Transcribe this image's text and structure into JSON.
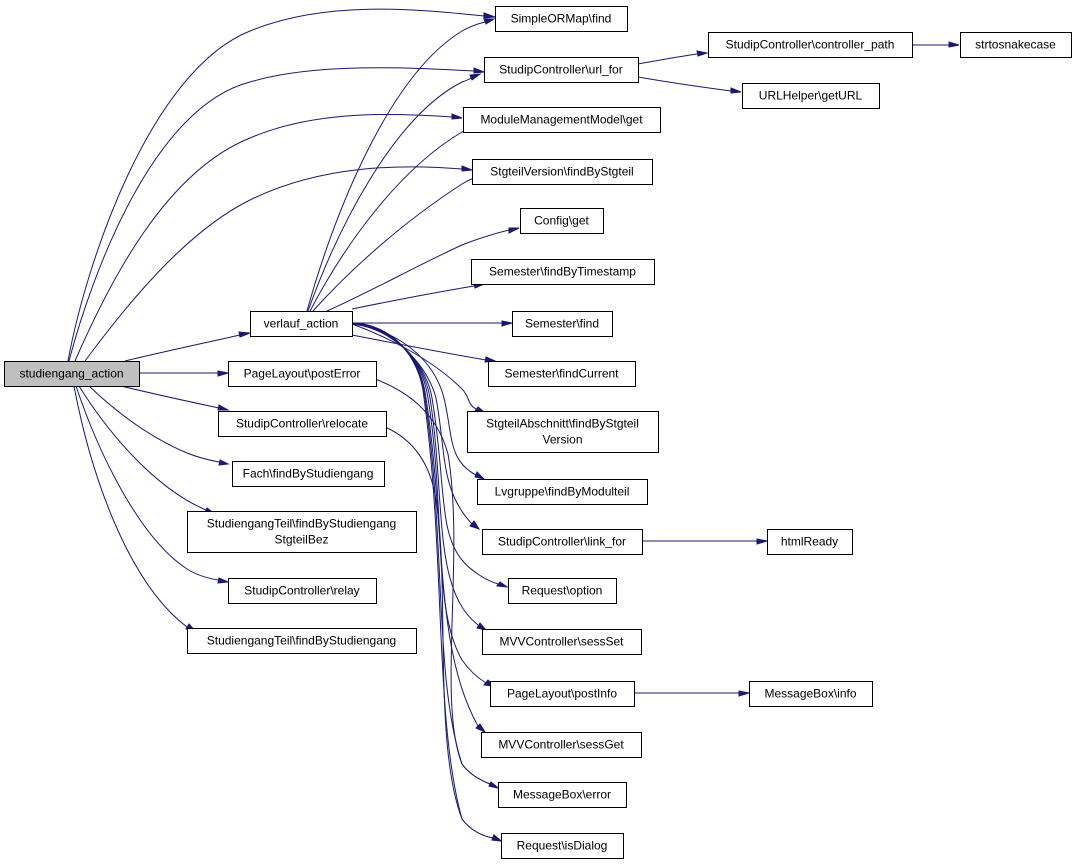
{
  "diagram": {
    "nodes": [
      {
        "id": "studiengang_action",
        "lines": [
          "studiengang_action"
        ],
        "root": true
      },
      {
        "id": "verlauf_action",
        "lines": [
          "verlauf_action"
        ]
      },
      {
        "id": "pagelayout_posterror",
        "lines": [
          "PageLayout\\postError"
        ]
      },
      {
        "id": "studipcontroller_relocate",
        "lines": [
          "StudipController\\relocate"
        ]
      },
      {
        "id": "fach_findbystudiengang",
        "lines": [
          "Fach\\findByStudiengang"
        ]
      },
      {
        "id": "studiengangteil_findbystudiengangstgteilbez",
        "lines": [
          "StudiengangTeil\\findByStudiengang",
          "StgteilBez"
        ]
      },
      {
        "id": "studipcontroller_relay",
        "lines": [
          "StudipController\\relay"
        ]
      },
      {
        "id": "studiengangteil_findbystudiengang",
        "lines": [
          "StudiengangTeil\\findByStudiengang"
        ]
      },
      {
        "id": "simpleormap_find",
        "lines": [
          "SimpleORMap\\find"
        ]
      },
      {
        "id": "studipcontroller_url_for",
        "lines": [
          "StudipController\\url_for"
        ]
      },
      {
        "id": "modulemanagementmodel_get",
        "lines": [
          "ModuleManagementModel\\get"
        ]
      },
      {
        "id": "stgteilversion_findbystgteil",
        "lines": [
          "StgteilVersion\\findByStgteil"
        ]
      },
      {
        "id": "config_get",
        "lines": [
          "Config\\get"
        ]
      },
      {
        "id": "semester_findbytimestamp",
        "lines": [
          "Semester\\findByTimestamp"
        ]
      },
      {
        "id": "semester_find",
        "lines": [
          "Semester\\find"
        ]
      },
      {
        "id": "semester_findcurrent",
        "lines": [
          "Semester\\findCurrent"
        ]
      },
      {
        "id": "stgteilabschnitt_findbystgteilversion",
        "lines": [
          "StgteilAbschnitt\\findByStgteil",
          "Version"
        ]
      },
      {
        "id": "lvgruppe_findbymodulteil",
        "lines": [
          "Lvgruppe\\findByModulteil"
        ]
      },
      {
        "id": "studipcontroller_link_for",
        "lines": [
          "StudipController\\link_for"
        ]
      },
      {
        "id": "request_option",
        "lines": [
          "Request\\option"
        ]
      },
      {
        "id": "mvvcontroller_sessset",
        "lines": [
          "MVVController\\sessSet"
        ]
      },
      {
        "id": "pagelayout_postinfo",
        "lines": [
          "PageLayout\\postInfo"
        ]
      },
      {
        "id": "mvvcontroller_sessget",
        "lines": [
          "MVVController\\sessGet"
        ]
      },
      {
        "id": "messagebox_error",
        "lines": [
          "MessageBox\\error"
        ]
      },
      {
        "id": "request_isdialog",
        "lines": [
          "Request\\isDialog"
        ]
      },
      {
        "id": "studipcontroller_controller_path",
        "lines": [
          "StudipController\\controller_path"
        ]
      },
      {
        "id": "urlhelper_geturl",
        "lines": [
          "URLHelper\\getURL"
        ]
      },
      {
        "id": "strtosnakecase",
        "lines": [
          "strtosnakecase"
        ]
      },
      {
        "id": "htmlready",
        "lines": [
          "htmlReady"
        ]
      },
      {
        "id": "messagebox_info",
        "lines": [
          "MessageBox\\info"
        ]
      }
    ],
    "edges": [
      [
        "studiengang_action",
        "simpleormap_find"
      ],
      [
        "studiengang_action",
        "studipcontroller_url_for"
      ],
      [
        "studiengang_action",
        "modulemanagementmodel_get"
      ],
      [
        "studiengang_action",
        "stgteilversion_findbystgteil"
      ],
      [
        "studiengang_action",
        "verlauf_action"
      ],
      [
        "studiengang_action",
        "pagelayout_posterror"
      ],
      [
        "studiengang_action",
        "studipcontroller_relocate"
      ],
      [
        "studiengang_action",
        "fach_findbystudiengang"
      ],
      [
        "studiengang_action",
        "studiengangteil_findbystudiengangstgteilbez"
      ],
      [
        "studiengang_action",
        "studipcontroller_relay"
      ],
      [
        "studiengang_action",
        "studiengangteil_findbystudiengang"
      ],
      [
        "verlauf_action",
        "simpleormap_find"
      ],
      [
        "verlauf_action",
        "studipcontroller_url_for"
      ],
      [
        "verlauf_action",
        "modulemanagementmodel_get"
      ],
      [
        "verlauf_action",
        "stgteilversion_findbystgteil"
      ],
      [
        "verlauf_action",
        "config_get"
      ],
      [
        "verlauf_action",
        "semester_findbytimestamp"
      ],
      [
        "verlauf_action",
        "semester_find"
      ],
      [
        "verlauf_action",
        "semester_findcurrent"
      ],
      [
        "verlauf_action",
        "stgteilabschnitt_findbystgteilversion"
      ],
      [
        "verlauf_action",
        "lvgruppe_findbymodulteil"
      ],
      [
        "verlauf_action",
        "studipcontroller_link_for"
      ],
      [
        "verlauf_action",
        "request_option"
      ],
      [
        "verlauf_action",
        "mvvcontroller_sessset"
      ],
      [
        "verlauf_action",
        "pagelayout_postinfo"
      ],
      [
        "verlauf_action",
        "mvvcontroller_sessget"
      ],
      [
        "verlauf_action",
        "messagebox_error"
      ],
      [
        "verlauf_action",
        "request_isdialog"
      ],
      [
        "pagelayout_posterror",
        "messagebox_error"
      ],
      [
        "studipcontroller_relocate",
        "request_isdialog"
      ],
      [
        "studipcontroller_url_for",
        "studipcontroller_controller_path"
      ],
      [
        "studipcontroller_url_for",
        "urlhelper_geturl"
      ],
      [
        "studipcontroller_controller_path",
        "strtosnakecase"
      ],
      [
        "studipcontroller_link_for",
        "htmlready"
      ],
      [
        "pagelayout_postinfo",
        "messagebox_info"
      ]
    ]
  }
}
